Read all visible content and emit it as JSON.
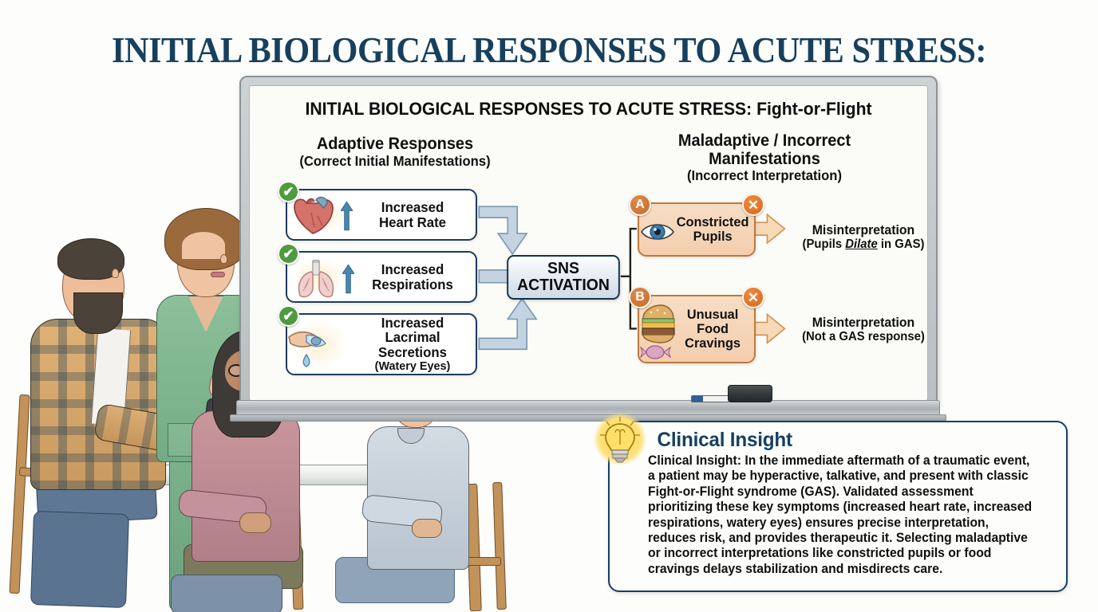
{
  "main_title": "INITIAL BIOLOGICAL RESPONSES TO ACUTE STRESS:",
  "whiteboard": {
    "board_title": "INITIAL BIOLOGICAL RESPONSES TO ACUTE STRESS: Fight-or-Flight",
    "columns": {
      "left": {
        "heading": "Adaptive Responses",
        "subheading": "(Correct Initial Manifestations)"
      },
      "right": {
        "heading_line1": "Maladaptive / Incorrect",
        "heading_line2": "Manifestations",
        "subheading": "(Incorrect Interpretation)"
      }
    },
    "adaptive_responses": [
      {
        "badge": "✔",
        "icon": "heart-icon",
        "arrow": "up-arrow-icon",
        "label_line1": "Increased",
        "label_line2": "Heart Rate",
        "sublabel": ""
      },
      {
        "badge": "✔",
        "icon": "lungs-icon",
        "arrow": "up-arrow-icon",
        "label_line1": "Increased",
        "label_line2": "Respirations",
        "sublabel": ""
      },
      {
        "badge": "✔",
        "icon": "teardrop-eye-icon",
        "arrow": "",
        "label_line1": "Increased",
        "label_line2": "Lacrimal",
        "label_line3": "Secretions",
        "sublabel": "(Watery Eyes)"
      }
    ],
    "center_node": {
      "line1": "SNS",
      "line2": "ACTIVATION"
    },
    "maladaptive_responses": [
      {
        "letter": "A",
        "reject_mark": "✕",
        "icon": "eye-icon",
        "label_line1": "Constricted",
        "label_line2": "Pupils",
        "label_line3": "",
        "misinterpretation_title": "Misinterpretation",
        "misinterpretation_detail_pre": "(Pupils ",
        "misinterpretation_detail_em": "Dilate",
        "misinterpretation_detail_post": " in GAS)"
      },
      {
        "letter": "B",
        "reject_mark": "✕",
        "icon": "burger-candy-icon",
        "label_line1": "Unusual",
        "label_line2": "Food",
        "label_line3": "Cravings",
        "misinterpretation_title": "Misinterpretation",
        "misinterpretation_detail_pre": "(Not a GAS response)",
        "misinterpretation_detail_em": "",
        "misinterpretation_detail_post": ""
      }
    ],
    "tray_items": [
      "blue-marker",
      "whiteboard-eraser"
    ]
  },
  "clinical_insight": {
    "icon": "lightbulb-icon",
    "title": "Clinical Insight",
    "body": "Clinical Insight: In the immediate aftermath of a traumatic event, a patient may be hyperactive, talkative, and present with classic Fight-or-Flight syndrome (GAS). Validated assessment prioritizing these key symptoms (increased heart rate, increased respirations, watery eyes) ensures precise interpretation, reduces risk, and provides therapeutic it. Selecting maladaptive or incorrect interpretations like constricted pupils or food cravings delays stabilization and misdirects care."
  },
  "illustration": {
    "description": "clinical-education-scene",
    "figures": [
      {
        "name": "nurse-presenter",
        "attire": "green-scrubs"
      },
      {
        "name": "seated-man",
        "attire": "plaid-shirt"
      },
      {
        "name": "seated-woman",
        "attire": "mauve-sweater-glasses"
      },
      {
        "name": "seated-boy",
        "attire": "grey-tshirt"
      }
    ],
    "furniture": [
      "table",
      "chair",
      "chair",
      "chair"
    ]
  },
  "colors": {
    "title_navy": "#16405e",
    "card_border_navy": "#1d3b5c",
    "mal_card_fill": "#f5d6bc",
    "mal_card_border": "#c1783a",
    "check_green": "#4f9a3f",
    "badge_orange": "#d9651c",
    "arrow_blue": "#aec3d8",
    "bulb_yellow": "#fcd94b",
    "board_surface": "#fbfbf7",
    "board_frame": "#b9bfc2"
  }
}
